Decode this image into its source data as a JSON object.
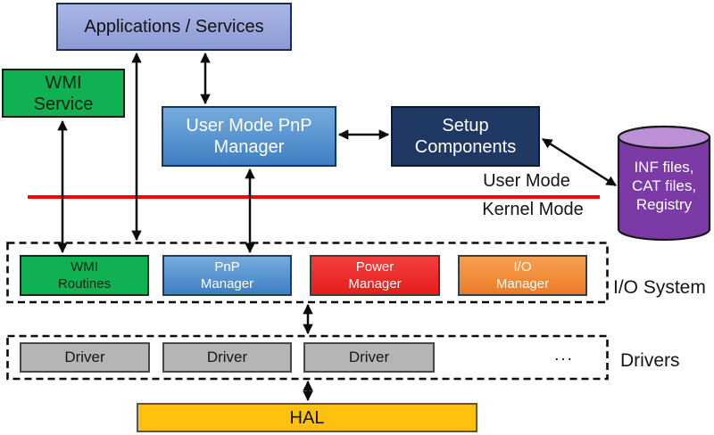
{
  "user_mode": {
    "applications_services": "Applications / Services",
    "wmi_service": "WMI\nService",
    "user_mode_pnp_manager": "User Mode PnP\nManager",
    "setup_components": "Setup\nComponents",
    "datastore": "INF files,\nCAT files,\nRegistry",
    "mode_labels": {
      "user": "User Mode",
      "kernel": "Kernel Mode"
    }
  },
  "io_system": {
    "label": "I/O System",
    "components": {
      "wmi_routines": "WMI\nRoutines",
      "pnp_manager": "PnP\nManager",
      "power_manager": "Power\nManager",
      "io_manager": "I/O\nManager"
    }
  },
  "drivers_section": {
    "label": "Drivers",
    "items": [
      "Driver",
      "Driver",
      "Driver"
    ],
    "more": "..."
  },
  "hal": "HAL",
  "colors": {
    "green": "#0fb152",
    "periwinkle_top": "#aab6e4",
    "periwinkle_bottom": "#8d9bd6",
    "blue_top": "#75acdf",
    "blue_bottom": "#3f7fc1",
    "navy": "#1f3864",
    "red_box_top": "#f23e3e",
    "red_box_bottom": "#e71d1d",
    "orange_top": "#f6a050",
    "orange_bottom": "#ec7c28",
    "gray_box": "#b5b5b5",
    "gold": "#fec20e",
    "purple_body": "#7c3aa6",
    "purple_top": "#bb90d6",
    "divider_red": "#ff0000",
    "arrow": "#0b0b0b"
  }
}
